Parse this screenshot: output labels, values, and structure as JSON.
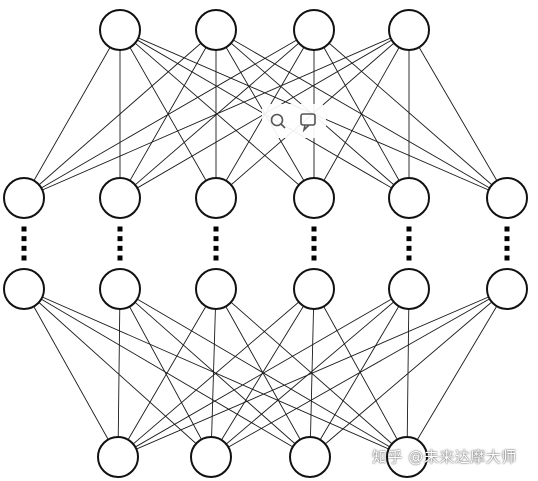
{
  "diagram": {
    "type": "neural-network",
    "layers": [
      {
        "name": "top",
        "nodes": 4
      },
      {
        "name": "upper-hidden",
        "nodes": 6
      },
      {
        "name": "lower-hidden",
        "nodes": 6
      },
      {
        "name": "bottom",
        "nodes": 4
      }
    ],
    "connections": [
      {
        "from": "top",
        "to": "upper-hidden",
        "type": "fully-connected"
      },
      {
        "from": "upper-hidden",
        "to": "lower-hidden",
        "type": "ellipsis"
      },
      {
        "from": "lower-hidden",
        "to": "bottom",
        "type": "fully-connected"
      }
    ],
    "colors": {
      "stroke": "#111111",
      "fill": "#ffffff",
      "background": "#ffffff"
    }
  },
  "overlay_icons": [
    "search-icon",
    "comment-icon"
  ],
  "watermark": {
    "text": "知乎 @未来达摩大师"
  }
}
